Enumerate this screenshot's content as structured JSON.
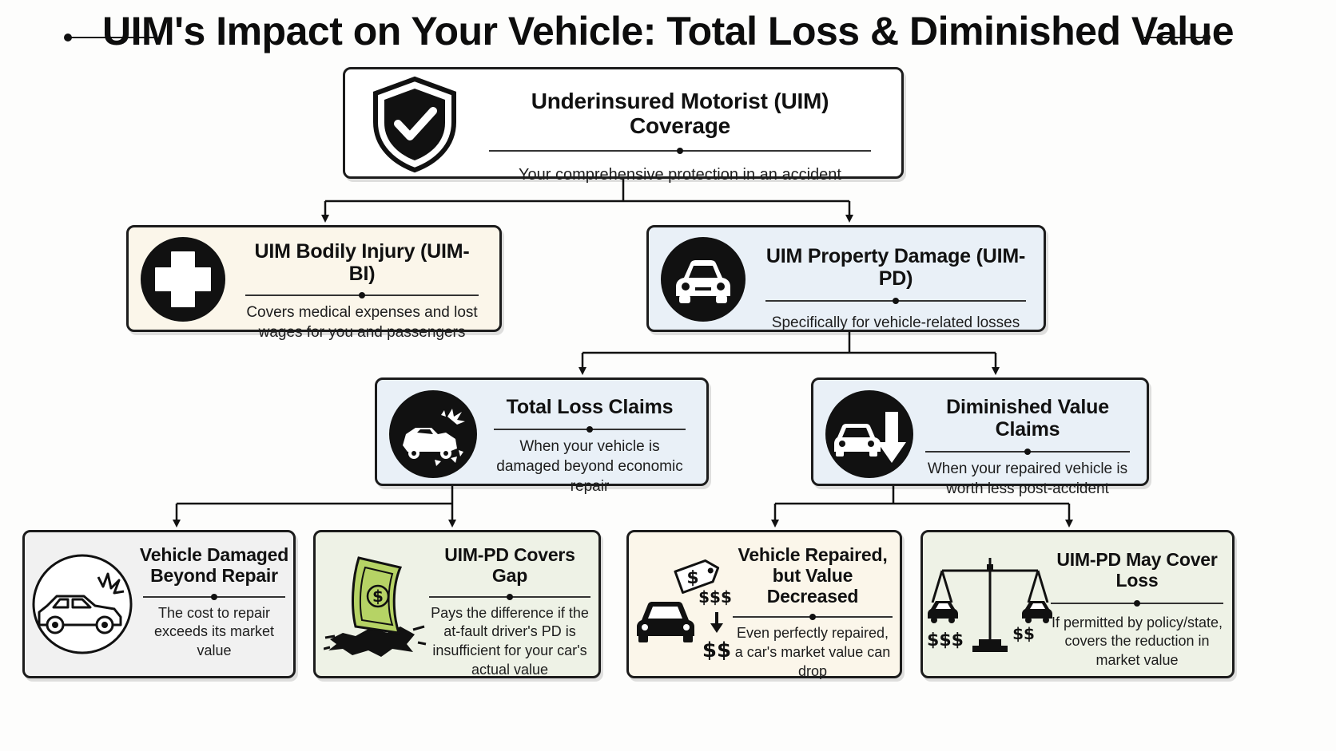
{
  "title": "UIM's Impact on Your Vehicle: Total Loss & Diminished Value",
  "nodes": {
    "root": {
      "heading": "Underinsured Motorist (UIM) Coverage",
      "description": "Your comprehensive protection in an accident",
      "icon": "shield-check-icon"
    },
    "bodily_injury": {
      "heading": "UIM Bodily Injury (UIM-BI)",
      "description": "Covers medical expenses and lost wages for you and passengers",
      "icon": "medical-cross-icon"
    },
    "property_damage": {
      "heading": "UIM Property Damage (UIM-PD)",
      "description": "Specifically for vehicle-related losses",
      "icon": "car-icon"
    },
    "total_loss": {
      "heading": "Total Loss Claims",
      "description": "When your vehicle is damaged beyond economic repair",
      "icon": "crashed-car-icon"
    },
    "diminished_value": {
      "heading": "Diminished Value Claims",
      "description": "When your repaired vehicle is worth less post-accident",
      "icon": "car-value-down-icon"
    },
    "damaged_beyond_repair": {
      "heading": "Vehicle Damaged Beyond Repair",
      "description": "The cost to repair exceeds its market value",
      "icon": "damaged-car-icon"
    },
    "covers_gap": {
      "heading": "UIM-PD Covers Gap",
      "description": "Pays the difference if the at-fault driver's PD is insufficient for your car's actual value",
      "icon": "money-gap-icon"
    },
    "value_decreased": {
      "heading": "Vehicle Repaired, but Value Decreased",
      "description": "Even perfectly repaired, a car's market value can drop",
      "icon": "price-tag-car-icon",
      "icon_labels": {
        "tag": "$",
        "high": "$$$",
        "low": "$$"
      }
    },
    "may_cover_loss": {
      "heading": "UIM-PD May Cover Loss",
      "description": "If permitted by policy/state, covers the reduction in market value",
      "icon": "balance-scale-icon",
      "icon_labels": {
        "left": "$$$",
        "right": "$$"
      }
    }
  },
  "colors": {
    "ink": "#111111",
    "root_bg": "#ffffff",
    "bodily_injury_bg": "#fbf6ea",
    "property_damage_bg": "#e9f0f7",
    "leaf_grey_bg": "#f1f1f1",
    "leaf_green_bg": "#eef2e6",
    "money_green": "#a9c95a"
  }
}
